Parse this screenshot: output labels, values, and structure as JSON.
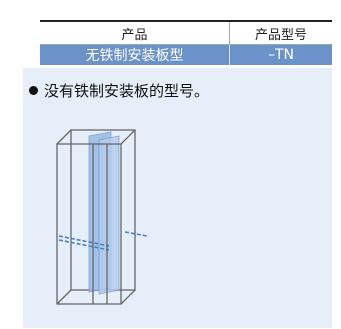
{
  "table": {
    "headers": [
      "产品",
      "产品型号"
    ],
    "row": {
      "product": "无铁制安装板型",
      "model": "–TN"
    }
  },
  "panel": {
    "description": "没有铁制安装板的型号。",
    "illustration": "cabinet-wireframe-icon"
  },
  "colors": {
    "row_fill": "#6c93c9",
    "panel_fill": "#e6eff9",
    "plate_fill": "#9dbde6",
    "frame_stroke": "#666666"
  }
}
